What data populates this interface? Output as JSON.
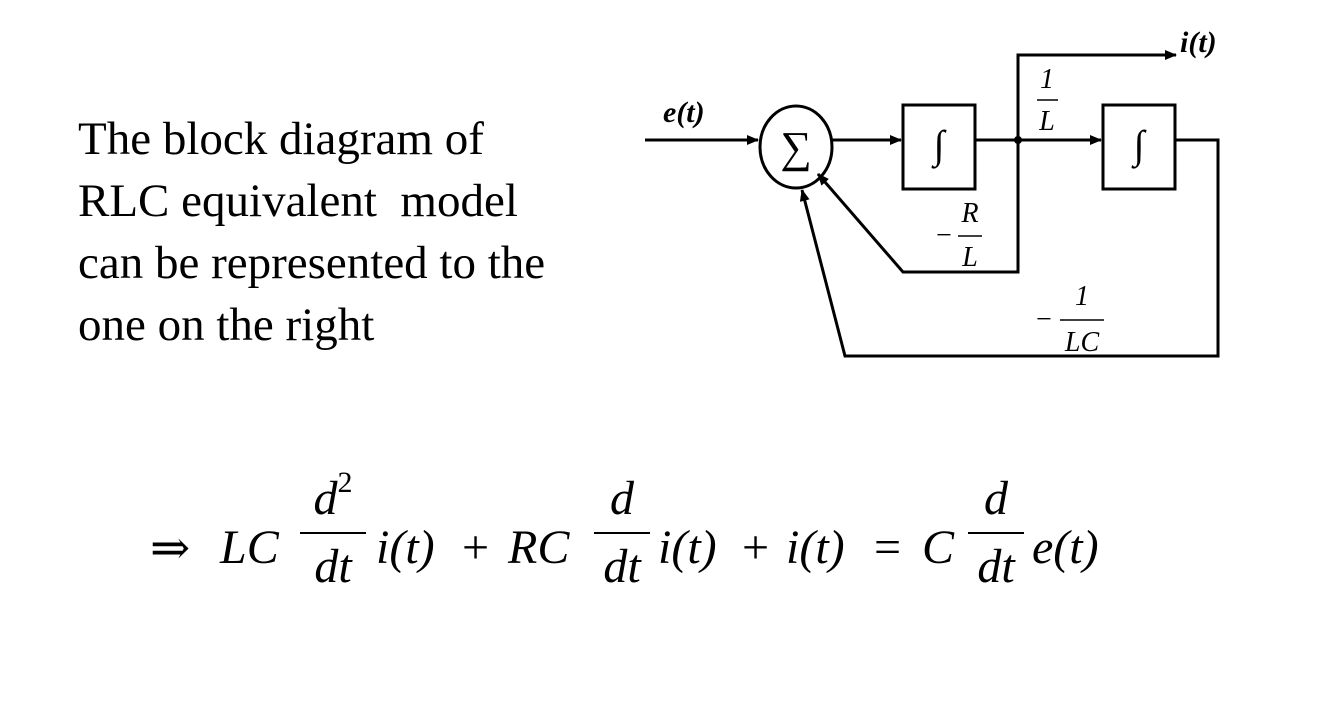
{
  "description_lines": [
    "The block diagram of",
    "RLC equivalent  model",
    "can be represented to the",
    "one on the right"
  ],
  "diagram": {
    "input_label": "e(t)",
    "output_label": "i(t)",
    "sum_symbol": "∑",
    "integrator_symbol": "∫",
    "gain_1_over_L": {
      "num": "1",
      "den": "L"
    },
    "gain_neg_R_over_L": {
      "sign": "−",
      "num": "R",
      "den": "L"
    },
    "gain_neg_1_over_LC": {
      "sign": "−",
      "num": "1",
      "den": "LC"
    }
  },
  "equation": {
    "implies": "⇒",
    "t1_coeff": "LC",
    "t1_num": "d",
    "t1_sup": "2",
    "t1_den": "dt",
    "t1_var": "i(t)",
    "plus1": "+",
    "t2_coeff": "RC",
    "t2_num": "d",
    "t2_den": "dt",
    "t2_var": "i(t)",
    "plus2": "+",
    "t3_var": "i(t)",
    "equals": "=",
    "rhs_coeff": "C",
    "rhs_num": "d",
    "rhs_den": "dt",
    "rhs_var": "e(t)"
  }
}
